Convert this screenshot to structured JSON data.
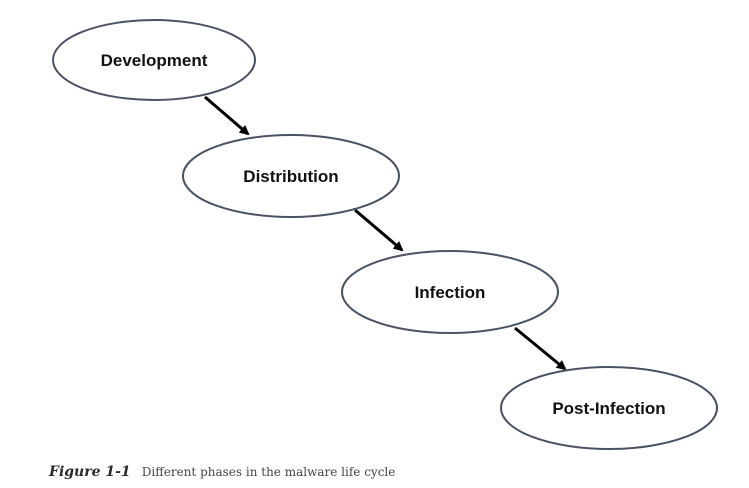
{
  "diagram": {
    "type": "flowchart",
    "nodes": [
      {
        "id": "development",
        "label": "Development"
      },
      {
        "id": "distribution",
        "label": "Distribution"
      },
      {
        "id": "infection",
        "label": "Infection"
      },
      {
        "id": "post_infection",
        "label": "Post-Infection"
      }
    ],
    "edges": [
      {
        "from": "development",
        "to": "distribution"
      },
      {
        "from": "distribution",
        "to": "infection"
      },
      {
        "from": "infection",
        "to": "post_infection"
      }
    ],
    "colors": {
      "node_stroke": "#4a5366",
      "node_fill": "#ffffff",
      "arrow": "#000000",
      "text": "#111111"
    }
  },
  "caption": {
    "label": "Figure 1-1",
    "text": "Different phases in the malware life cycle"
  }
}
